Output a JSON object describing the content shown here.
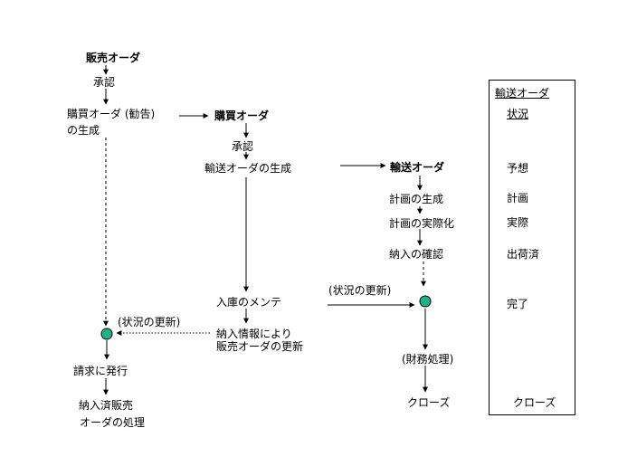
{
  "col1": {
    "sales_order": "販売オーダ",
    "approve": "承認",
    "purchase_req_line1": "購買オーダ (勧告)",
    "purchase_req_line2": "の生成",
    "status_update": "(状況の更新)",
    "invoice": "請求に発行",
    "delivered_line1": "納入済販売",
    "delivered_line2": "オーダの処理"
  },
  "col2": {
    "purchase_order": "購買オーダ",
    "approve": "承認",
    "create_transport": "輸送オーダの生成",
    "receipt_maintenance": "入庫のメンテ",
    "update_line1": "納入情報により",
    "update_line2": "販売オーダの更新"
  },
  "col3": {
    "transport_order": "輸送オーダ",
    "create_plan": "計画の生成",
    "realize_plan": "計画の実際化",
    "confirm_delivery": "納入の確認",
    "status_update": "(状況の更新)",
    "financial": "(財務処理)",
    "close": "クローズ"
  },
  "status_panel": {
    "title": "輸送オーダ",
    "subtitle": "状況",
    "items": [
      "予想",
      "計画",
      "実際",
      "出荷済",
      "完了",
      "クローズ"
    ]
  },
  "colors": {
    "node_fill": "#1bb38a",
    "line": "#000000"
  }
}
